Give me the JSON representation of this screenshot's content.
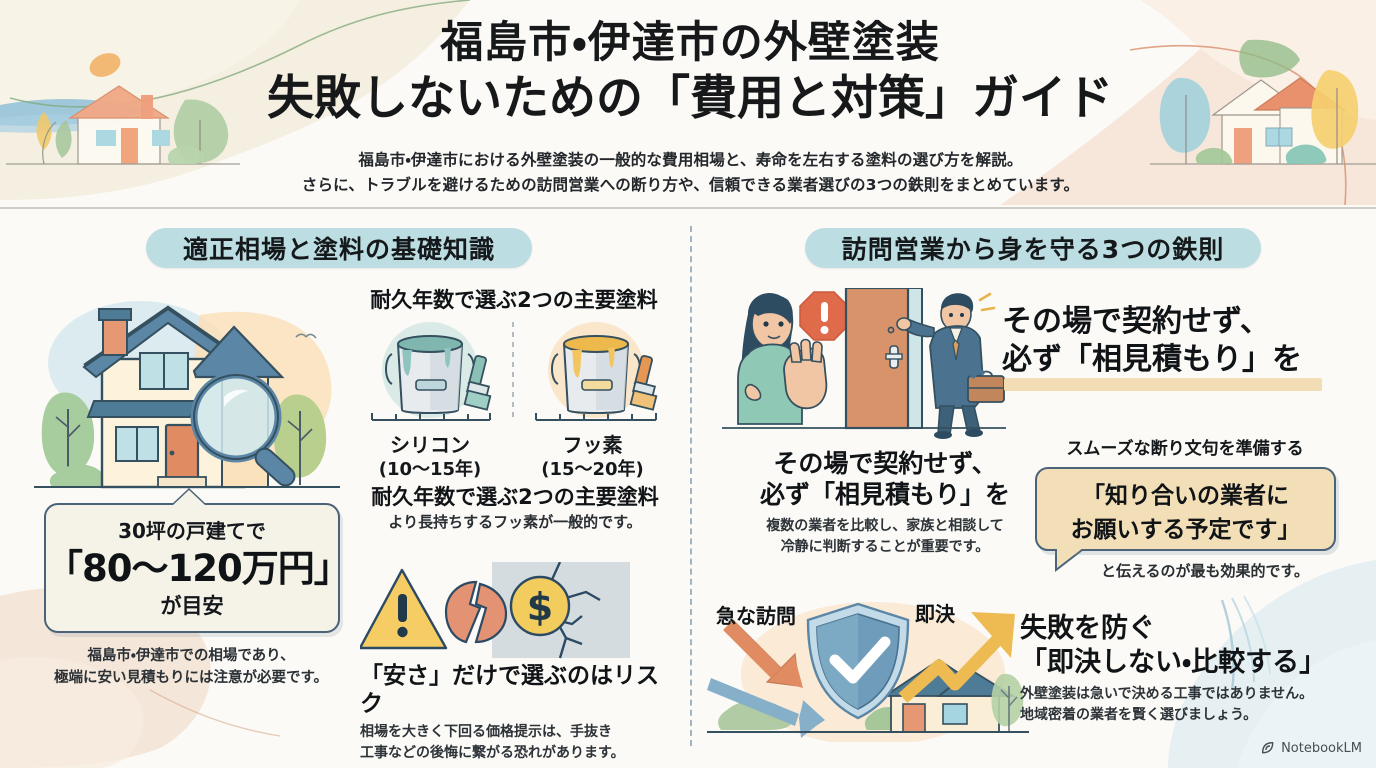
{
  "header": {
    "title_line1": "福島市・伊達市の外壁塗装",
    "title_line2": "失敗しないための「費用と対策」ガイド",
    "subtitle_line1": "福島市・伊達市における外壁塗装の一般的な費用相場と、寿命を左右する塗料の選び方を解説。",
    "subtitle_line2": "さらに、トラブルを避けるための訪問営業への断り方や、信頼できる業者選びの3つの鉄則をまとめています。"
  },
  "left_column": {
    "section_pill": "適正相場と塗料の基礎知識",
    "house_illustration": "house-magnifier-illustration",
    "price_callout": {
      "line1": "30坪の戸建てで",
      "line2": "「80〜120万円」",
      "line3": "が目安"
    },
    "price_note_line1": "福島市・伊達市での相場であり、",
    "price_note_line2": "極端に安い見積もりには注意が必要です。",
    "paint": {
      "heading": "耐久年数で選ぶ2つの主要塗料",
      "options": [
        {
          "name": "シリコン",
          "years": "(10〜15年)",
          "color": "#8fc4c0"
        },
        {
          "name": "フッ素",
          "years": "(15〜20年)",
          "color": "#f0b93f"
        }
      ],
      "caption_heading": "耐久年数で選ぶ2つの主要塗料",
      "caption_body": "より長持ちするフッ素が一般的です。"
    },
    "risk": {
      "heading": "「安さ」だけで選ぶのはリスク",
      "body_line1": "相場を大きく下回る価格提示は、手抜き",
      "body_line2": "工事などの後悔に繋がる恐れがあります。"
    }
  },
  "right_column": {
    "section_pill": "訪問営業から身を守る3つの鉄則",
    "door_illustration": "door-refusal-illustration",
    "rule1_big": {
      "line1": "その場で契約せず、",
      "line2": "必ず「相見積もり」を"
    },
    "rule1_under": {
      "heading_line1": "その場で契約せず、",
      "heading_line2": "必ず「相見積もり」を",
      "body_line1": "複数の業者を比較し、家族と相談して",
      "body_line2": "冷静に判断することが重要です。"
    },
    "rule2": {
      "lead": "スムーズな断り文句を準備する",
      "bubble_line1": "「知り合いの業者に",
      "bubble_line2": "お願いする予定です」",
      "after": "と伝えるのが最も効果的です。"
    },
    "shield_illustration": {
      "label_left": "急な訪問",
      "label_right": "即決"
    },
    "rule3": {
      "heading_line1": "失敗を防ぐ",
      "heading_line2": "「即決しない・比較する」",
      "body_line1": "外壁塗装は急いで決める工事ではありません。",
      "body_line2": "地域密着の業者を賢く選びましょう。"
    }
  },
  "footer": {
    "watermark": "NotebookLM",
    "watermark_icon": "notebooklm-logo-icon"
  },
  "colors": {
    "pill_bg": "#bcdde1",
    "callout_bg": "#f5f2e7",
    "callout_border": "#4a6378",
    "bubble_bg": "#f3dfb7",
    "highlight": "#f2ddb4",
    "page_bg": "#fbfaf6",
    "accent_blue": "#5b87a8",
    "accent_orange": "#e08b62"
  }
}
